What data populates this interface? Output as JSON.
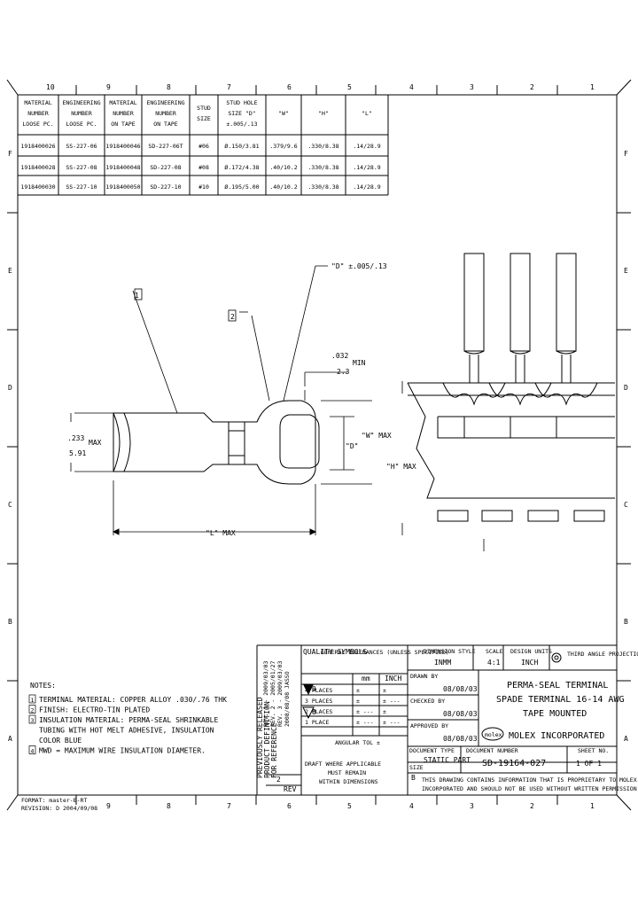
{
  "border": {
    "top_zones": [
      "10",
      "9",
      "8",
      "7",
      "6",
      "5",
      "4",
      "3",
      "2",
      "1"
    ],
    "bottom_zones": [
      "9",
      "8",
      "7",
      "6",
      "5",
      "4",
      "3",
      "2",
      "1"
    ],
    "side_zones": [
      "F",
      "E",
      "D",
      "C",
      "B",
      "A"
    ]
  },
  "table": {
    "headers": [
      [
        "MATERIAL",
        "NUMBER",
        "LOOSE PC."
      ],
      [
        "ENGINEERING",
        "NUMBER",
        "LOOSE PC."
      ],
      [
        "MATERIAL",
        "NUMBER",
        "ON TAPE"
      ],
      [
        "ENGINEERING",
        "NUMBER",
        "ON TAPE"
      ],
      [
        "STUD",
        "SIZE"
      ],
      [
        "STUD HOLE",
        "SIZE \"D\"",
        "±.005/.13"
      ],
      [
        "\"W\""
      ],
      [
        "\"H\""
      ],
      [
        "\"L\""
      ]
    ],
    "rows": [
      [
        "1918400026",
        "SS-227-06",
        "1918400046",
        "SD-227-06T",
        "#06",
        "Ø.150/3.81",
        ".379/9.6",
        ".330/8.38",
        ".14/28.9"
      ],
      [
        "1918400028",
        "SS-227-08",
        "1918400048",
        "SD-227-08",
        "#08",
        "Ø.172/4.38",
        ".40/10.2",
        ".330/8.38",
        ".14/28.9"
      ],
      [
        "1918400030",
        "SS-227-10",
        "1918400050",
        "SD-227-10",
        "#10",
        "Ø.195/5.00",
        ".40/10.2",
        ".330/8.38",
        ".14/28.9"
      ]
    ]
  },
  "drawing": {
    "callout_1": "1",
    "callout_2": "2",
    "dim_tolerance": "\"D\" ±.005/.13",
    "dim_min_value": ".032",
    "dim_min_mm": "2.3",
    "dim_min_label": "MIN",
    "dim_w_max": "\"W\" MAX",
    "dim_h_max": "\"H\" MAX",
    "dim_d": "\"D\"",
    "dim_dia_value": ".233",
    "dim_dia_mm": "5.91",
    "dim_dia_label": "MAX",
    "dim_l_max": "\"L\" MAX"
  },
  "notes": {
    "heading": "NOTES:",
    "items": [
      {
        "num": "1",
        "text": "TERMINAL MATERIAL: COPPER ALLOY .030/.76 THK"
      },
      {
        "num": "2",
        "text": "FINISH: ELECTRO-TIN PLATED"
      },
      {
        "num": "3",
        "text": "INSULATION MATERIAL: PERMA-SEAL SHRINKABLE"
      },
      {
        "num": "",
        "text": "TUBING WITH HOT MELT ADHESIVE, INSULATION"
      },
      {
        "num": "",
        "text": "COLOR BLUE"
      },
      {
        "num": "4",
        "text": "MWD = MAXIMUM WIRE INSULATION DIAMETER."
      }
    ]
  },
  "revision": {
    "block_lines": [
      "PREVIOUSLY RELEASED",
      "PRODUCT DEFINITION",
      "FOR REFERENCE"
    ],
    "history": [
      "REV. 1 - 2009/03/03",
      "REV. 2 - 2005/01/27",
      "REV. 3 - 2009/03/03",
      "2008/08/08 JASSO"
    ],
    "rev_label": "REV",
    "rev_number": "2"
  },
  "title_block": {
    "quality": "QUALITY SYMBOLS",
    "sym1": "0",
    "sym2": "0",
    "tol_title": "GENERAL TOLERANCES (UNLESS SPECIFIED)",
    "tol_mm": "mm",
    "tol_inch": "INCH",
    "tol_rows": [
      [
        "4 PLACES",
        "±",
        "±"
      ],
      [
        "3 PLACES",
        "±",
        "± ---"
      ],
      [
        "2 PLACES",
        "± ---",
        "±"
      ],
      [
        "1 PLACE",
        "± ---",
        "± ---"
      ]
    ],
    "angular": "ANGULAR TOL ±",
    "remark1": "DRAFT WHERE APPLICABLE",
    "remark2": "MUST REMAIN",
    "remark3": "WITHIN DIMENSIONS",
    "dim_style_label": "DIMENSION STYLE",
    "dim_style": "INMM",
    "scale_label": "SCALE",
    "scale": "4:1",
    "design_units_label": "DESIGN UNITS",
    "design_units": "INCH",
    "projection": "THIRD ANGLE PROJECTION",
    "drawn_label": "DRAWN BY",
    "date1": "08/08/03",
    "checked_label": "CHECKED BY",
    "date2": "08/08/03",
    "approved_label": "APPROVED BY",
    "date3": "08/08/03",
    "title_l1": "PERMA-SEAL TERMINAL",
    "title_l2": "SPADE TERMINAL 16-14 AWG",
    "title_l3": "TAPE MOUNTED",
    "company": "MOLEX INCORPORATED",
    "logo": "molex",
    "doc_type_label": "DOCUMENT TYPE",
    "doc_type": "STATIC PART",
    "doc_number_label": "DOCUMENT NUMBER",
    "doc_number": "SD-19164-027",
    "sheet_label": "SHEET NO.",
    "sheet": "1 OF 1",
    "size_label": "SIZE",
    "size": "B",
    "proprietary1": "THIS DRAWING CONTAINS INFORMATION THAT IS PROPRIETARY TO MOLEX",
    "proprietary2": "INCORPORATED AND SHOULD NOT BE USED WITHOUT WRITTEN PERMISSION"
  },
  "footer": {
    "line1": "FORMAT: master-B-RT",
    "line2": "REVISION: D 2004/09/08"
  }
}
